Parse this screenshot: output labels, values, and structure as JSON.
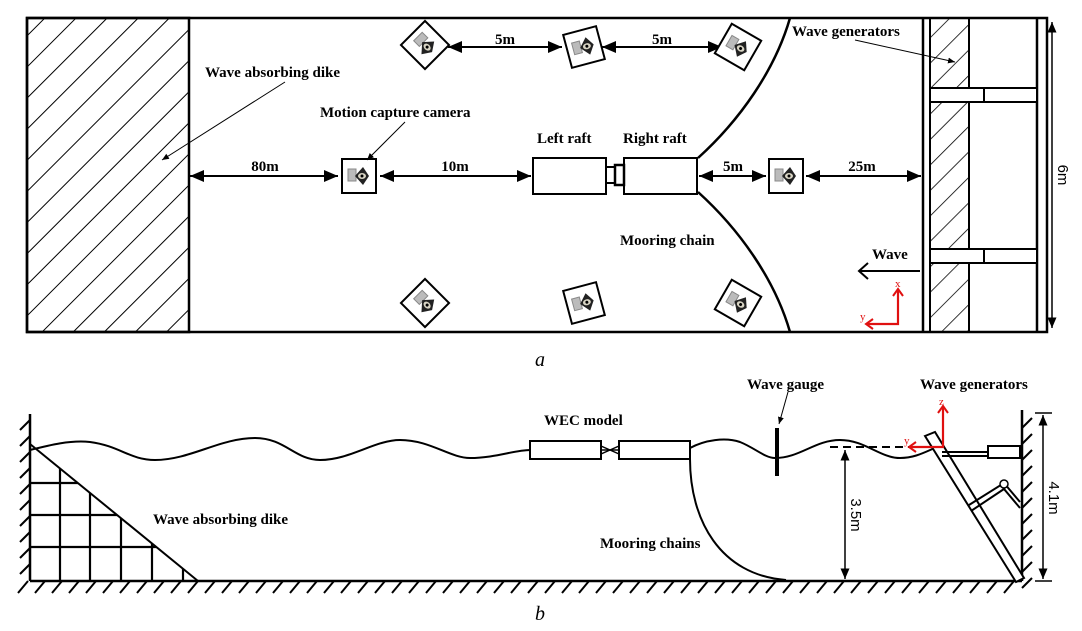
{
  "panel_a": {
    "caption": "a",
    "labels": {
      "dike": "Wave absorbing dike",
      "camera": "Motion capture camera",
      "left_raft": "Left raft",
      "right_raft": "Right raft",
      "mooring": "Mooring chain",
      "generators": "Wave generators",
      "wave": "Wave",
      "axis_x": "x",
      "axis_y": "y"
    },
    "dimensions": {
      "dike_to_camera": "80m",
      "camera_to_raft": "10m",
      "raft_to_camera": "5m",
      "camera_to_generator": "25m",
      "top_spacing_1": "5m",
      "top_spacing_2": "5m",
      "width": "6m"
    }
  },
  "panel_b": {
    "caption": "b",
    "labels": {
      "dike": "Wave absorbing dike",
      "wec": "WEC model",
      "gauge": "Wave gauge",
      "generators": "Wave generators",
      "mooring": "Mooring chains",
      "axis_z": "z",
      "axis_y": "y"
    },
    "dimensions": {
      "water_depth": "3.5m",
      "tank_depth": "4.1m"
    }
  },
  "colors": {
    "line": "#000000",
    "axis": "#e01010"
  }
}
